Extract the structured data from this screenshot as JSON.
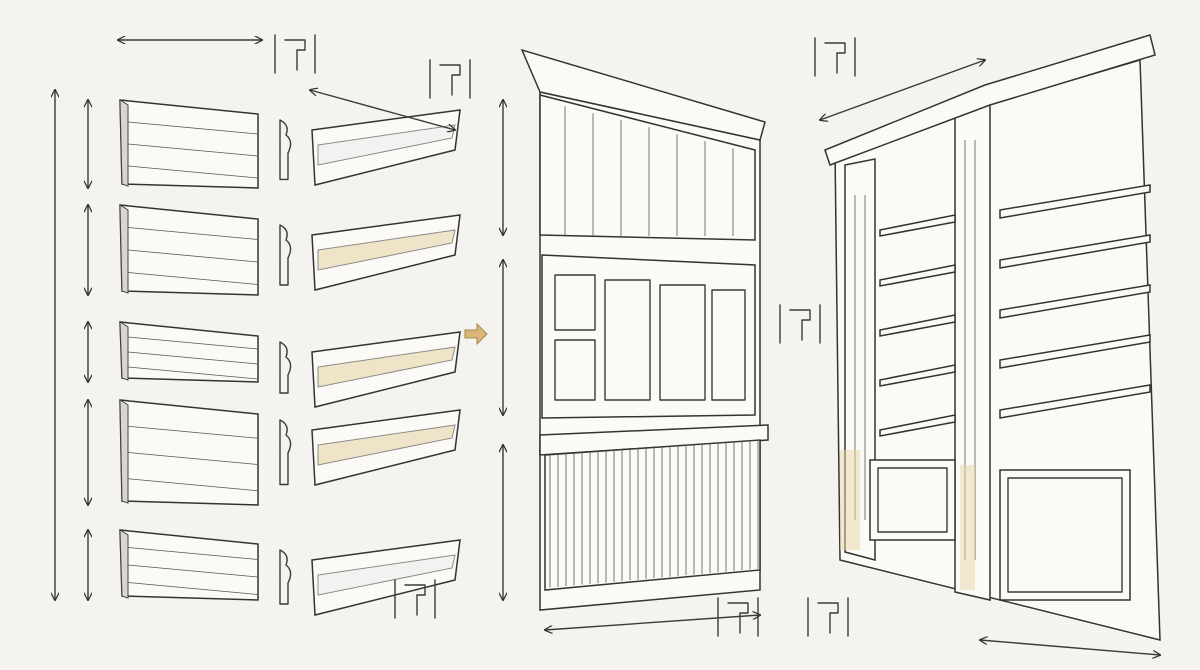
{
  "illustration": {
    "colors": {
      "paper": "#f4f3ef",
      "ink": "#3a3a3a",
      "accent_wood": "#e8d6a8",
      "shade": "#d9d6cf"
    },
    "sections": [
      "molding-profiles",
      "wall-panel-elevation",
      "built-in-bookcase"
    ],
    "molding_count": 5
  }
}
